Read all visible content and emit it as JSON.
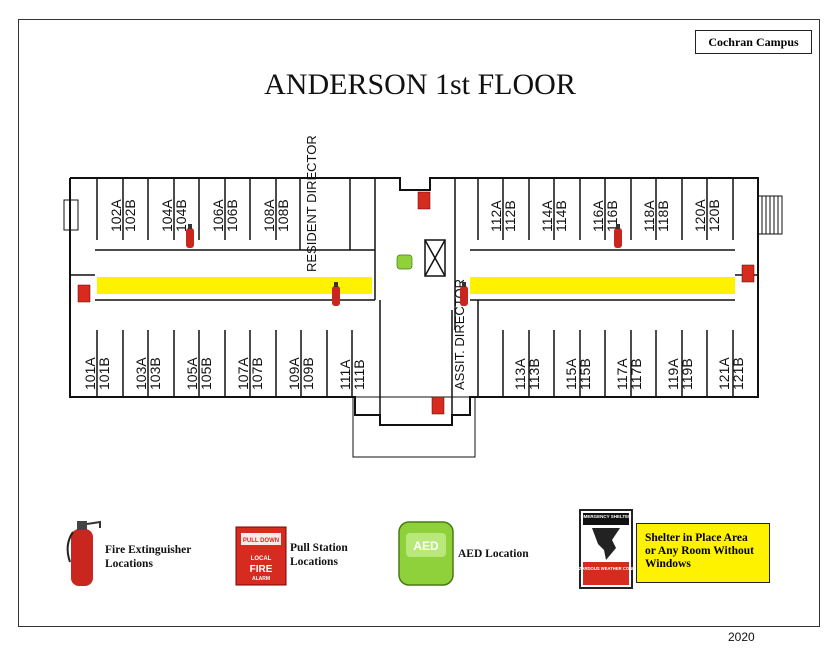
{
  "header": {
    "campus": "Cochran Campus",
    "title": "ANDERSON 1st FLOOR",
    "year": "2020"
  },
  "rooms": {
    "top_left": [
      "102A",
      "102B",
      "104A",
      "104B",
      "106A",
      "106B",
      "108A",
      "108B"
    ],
    "resident_director": "RESIDENT DIRECTOR",
    "top_right": [
      "112A",
      "112B",
      "114A",
      "114B",
      "116A",
      "116B",
      "118A",
      "118B",
      "120A",
      "120B"
    ],
    "bottom_left": [
      "101A",
      "101B",
      "103A",
      "103B",
      "105A",
      "105B",
      "107A",
      "107B",
      "109A",
      "109B",
      "111A",
      "111B"
    ],
    "assist_director": "ASSIT. DIRECTOR",
    "bottom_right": [
      "113A",
      "113B",
      "115A",
      "115B",
      "117A",
      "117B",
      "119A",
      "119B",
      "121A",
      "121B"
    ]
  },
  "legend": {
    "fire_extinguisher": "Fire Extinguisher Locations",
    "pull_station": "Pull Station Locations",
    "aed": "AED Location",
    "shelter": "Shelter in Place Area or Any Room Without Windows",
    "aed_icon_text": "AED",
    "pull_station_icon_text": [
      "PULL DOWN",
      "LOCAL",
      "FIRE",
      "ALARM"
    ],
    "shelter_sign_text": [
      "EMERGENCY SHELTER",
      "FOR HAZARDOUS WEATHER CONDITIONS"
    ]
  },
  "colors": {
    "shelter_area": "#fff200",
    "extinguisher": "#c8261e",
    "pull_station": "#d62b1f",
    "aed": "#8ed13a"
  }
}
